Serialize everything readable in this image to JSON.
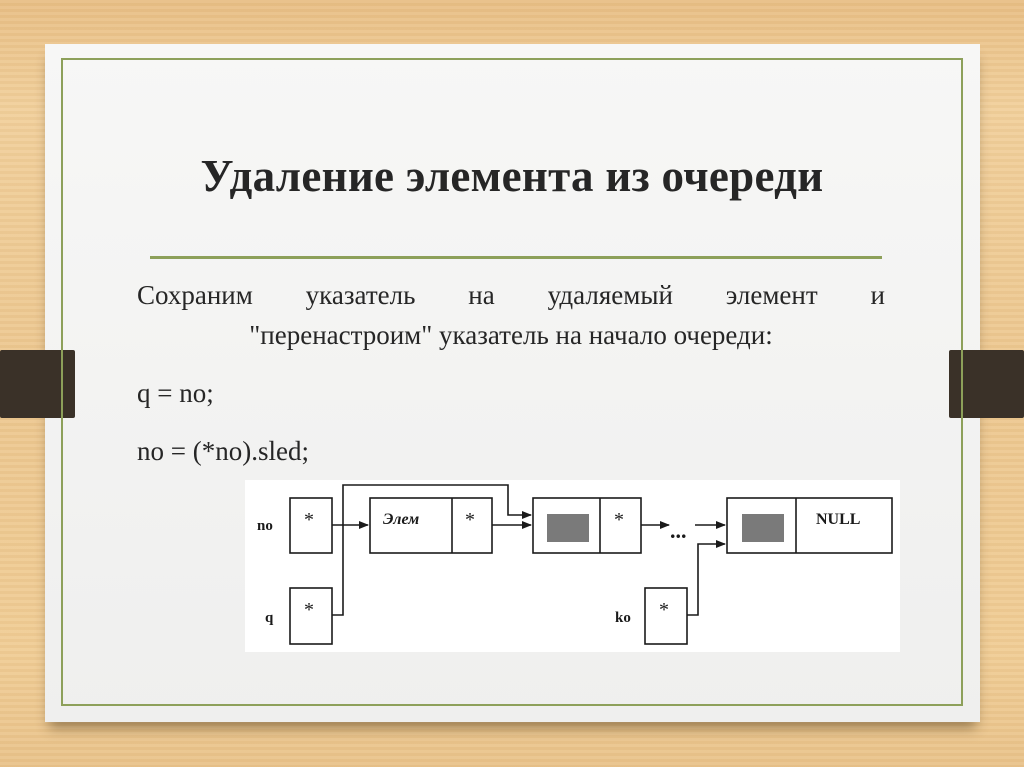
{
  "slide": {
    "title": "Удаление элемента из очереди",
    "paragraph": {
      "line1": "Сохраним указатель на удаляемый элемент и",
      "line2": "\"перенастроим\" указатель на начало очереди:"
    },
    "code": [
      "q = no;",
      "no = (*no).sled;"
    ]
  },
  "diagram": {
    "pointers": [
      {
        "label": "no",
        "value": "*"
      },
      {
        "label": "q",
        "value": "*"
      },
      {
        "label": "ko",
        "value": "*"
      }
    ],
    "nodes": [
      {
        "data": "Элем",
        "next": "*"
      },
      {
        "data": "[filled]",
        "next": "*"
      },
      {
        "data": "[filled]",
        "next": "NULL"
      }
    ],
    "ellipsis": "...",
    "colors": {
      "stroke": "#1a1a1a",
      "filled_block": "#7a7a7a"
    }
  },
  "colors": {
    "frame_green": "#8da05a",
    "tab_dark": "#3a3128",
    "paper": "#f3f3f2",
    "wood": "#ecc790"
  }
}
